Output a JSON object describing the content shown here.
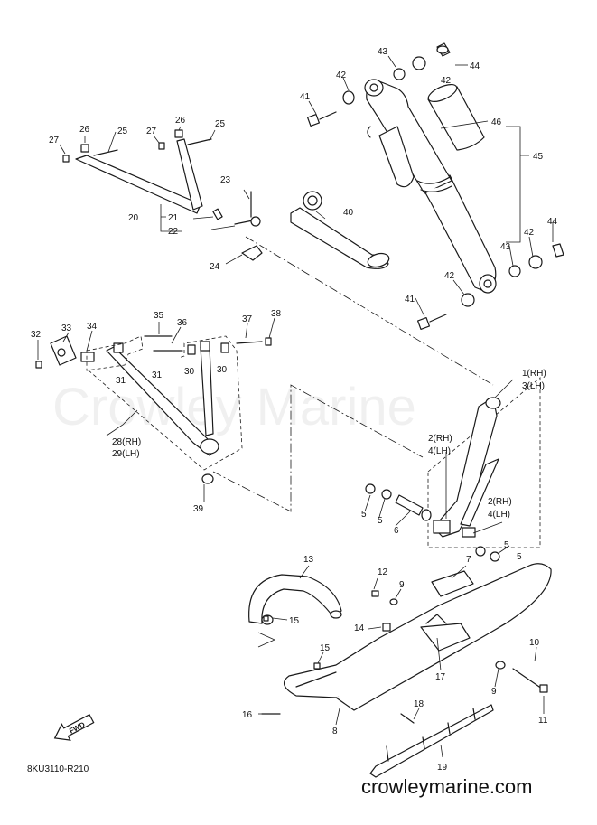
{
  "diagram": {
    "watermark": "Crowley Marine",
    "drawing_code": "8KU3110-R210",
    "fwd_badge": "FWD",
    "website": "crowleymarine.com",
    "callouts": {
      "c1": "1(RH)",
      "c3": "3(LH)",
      "c2a": "2(RH)",
      "c4a": "4(LH)",
      "c2b": "2(RH)",
      "c4b": "4(LH)",
      "c5a": "5",
      "c5b": "5",
      "c5c": "5",
      "c5d": "5",
      "c6": "6",
      "c7": "7",
      "c8": "8",
      "c9a": "9",
      "c9b": "9",
      "c10": "10",
      "c11": "11",
      "c12": "12",
      "c13": "13",
      "c14": "14",
      "c15a": "15",
      "c15b": "15",
      "c16": "16",
      "c17": "17",
      "c18": "18",
      "c19": "19",
      "c20": "20",
      "c21": "21",
      "c22": "22",
      "c23": "23",
      "c24": "24",
      "c25a": "25",
      "c25b": "25",
      "c26a": "26",
      "c26b": "26",
      "c27a": "27",
      "c27b": "27",
      "c28": "28(RH)",
      "c29": "29(LH)",
      "c30a": "30",
      "c30b": "30",
      "c31a": "31",
      "c31b": "31",
      "c32": "32",
      "c33": "33",
      "c34": "34",
      "c35": "35",
      "c36": "36",
      "c37": "37",
      "c38": "38",
      "c39": "39",
      "c40": "40",
      "c41a": "41",
      "c41b": "41",
      "c42a": "42",
      "c42b": "42",
      "c42c": "42",
      "c42d": "42",
      "c43a": "43",
      "c43b": "43",
      "c44a": "44",
      "c44b": "44",
      "c45": "45",
      "c46": "46"
    }
  }
}
